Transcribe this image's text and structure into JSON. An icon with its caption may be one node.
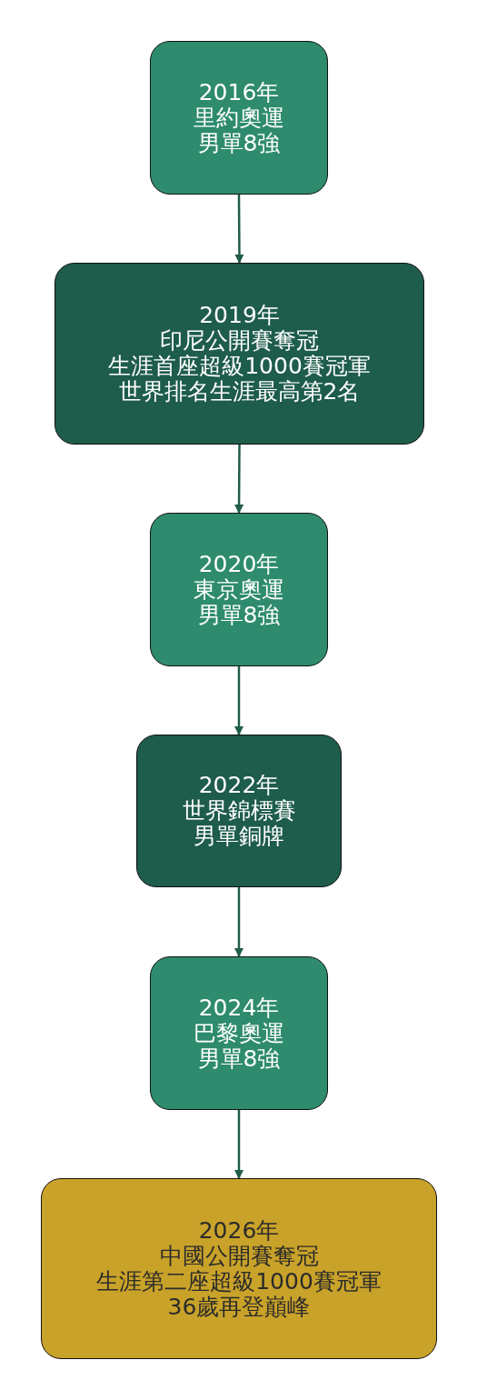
{
  "diagram": {
    "nodes": [
      {
        "text": [
          "2016年",
          "里約奧運",
          "男單8強"
        ]
      },
      {
        "text": [
          "2019年",
          "印尼公開賽奪冠",
          "生涯首座超級1000賽冠軍",
          "世界排名生涯最高第2名"
        ]
      },
      {
        "text": [
          "2020年",
          "東京奧運",
          "男單8強"
        ]
      },
      {
        "text": [
          "2022年",
          "世界錦標賽",
          "男單銅牌"
        ]
      },
      {
        "text": [
          "2024年",
          "巴黎奧運",
          "男單8強"
        ]
      },
      {
        "text": [
          "2026年",
          "中國公開賽奪冠",
          "生涯第二座超級1000賽冠軍",
          "36歲再登巔峰"
        ]
      }
    ],
    "edges": [
      {
        "from": 0,
        "to": 1,
        "arrow": "to"
      },
      {
        "from": 1,
        "to": 2,
        "arrow": "to"
      },
      {
        "from": 2,
        "to": 3,
        "arrow": "to"
      },
      {
        "from": 3,
        "to": 4,
        "arrow": "to"
      },
      {
        "from": 4,
        "to": 5,
        "arrow": "to"
      }
    ]
  }
}
